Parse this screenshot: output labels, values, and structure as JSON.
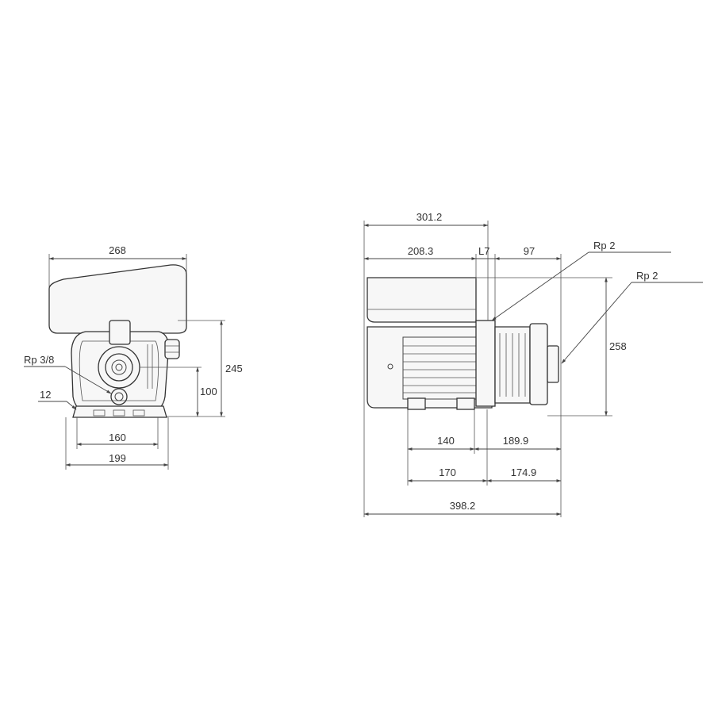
{
  "front_view": {
    "dim_width_top": "268",
    "dim_height_total": "245",
    "dim_height_shaft": "100",
    "dim_feet_inner": "160",
    "dim_feet_outer": "199",
    "dim_foot_thickness": "12",
    "port_label": "Rp 3/8"
  },
  "side_view": {
    "dim_overall_top": "301.2",
    "dim_motor": "208.3",
    "dim_gap": "L7",
    "dim_pump": "97",
    "dim_height": "258",
    "dim_feet_left": "140",
    "dim_feet_right": "189.9",
    "dim_base_left": "170",
    "dim_base_right": "174.9",
    "dim_overall_bottom": "398.2",
    "port_label_1": "Rp 2",
    "port_label_2": "Rp 2"
  }
}
